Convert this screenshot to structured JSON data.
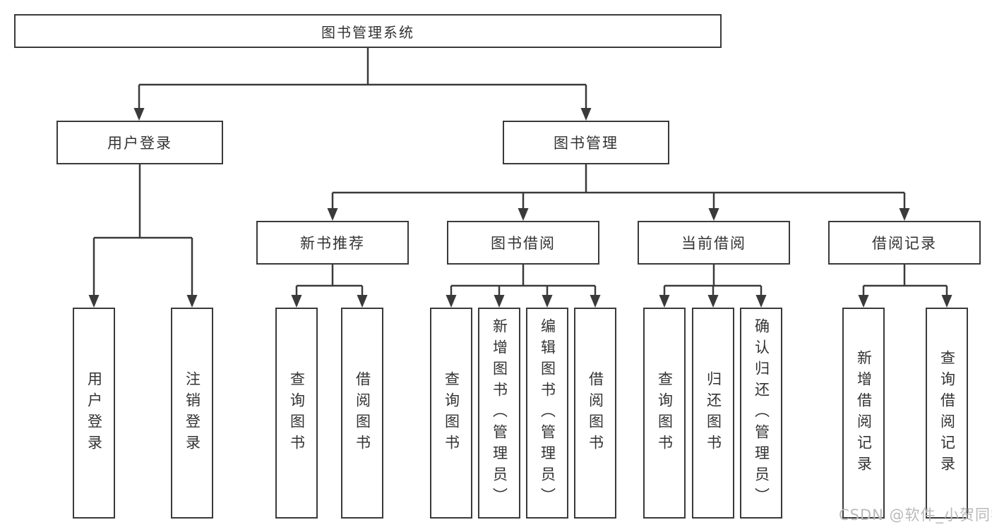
{
  "tree": {
    "label": "图书管理系统",
    "children": [
      {
        "label": "用户登录",
        "children": [
          {
            "label": "用户登录"
          },
          {
            "label": "注销登录"
          }
        ]
      },
      {
        "label": "图书管理",
        "children": [
          {
            "label": "新书推荐",
            "children": [
              {
                "label": "查询图书"
              },
              {
                "label": "借阅图书"
              }
            ]
          },
          {
            "label": "图书借阅",
            "children": [
              {
                "label": "查询图书"
              },
              {
                "label": "新增图书（管理员）"
              },
              {
                "label": "编辑图书（管理员）"
              },
              {
                "label": "借阅图书"
              }
            ]
          },
          {
            "label": "当前借阅",
            "children": [
              {
                "label": "查询图书"
              },
              {
                "label": "归还图书"
              },
              {
                "label": "确认归还（管理员）"
              }
            ]
          },
          {
            "label": "借阅记录",
            "children": [
              {
                "label": "新增借阅记录"
              },
              {
                "label": "查询借阅记录"
              }
            ]
          }
        ]
      }
    ]
  },
  "watermark": "CSDN @软件_小贺同学",
  "colors": {
    "line": "#3a3a3a",
    "text": "#333333",
    "background": "#ffffff",
    "watermark": "#b9b9b9"
  }
}
